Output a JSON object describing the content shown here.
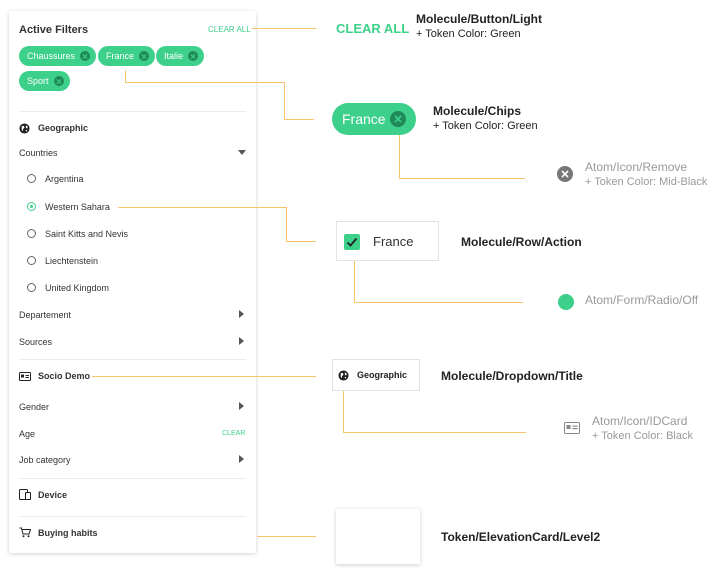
{
  "panel": {
    "title": "Active Filters",
    "clear_all": "CLEAR ALL",
    "chips": [
      "Chaussures",
      "France",
      "Italie",
      "Sport"
    ],
    "geographic": "Geographic",
    "countries": "Countries",
    "country_options": [
      {
        "label": "Argentina",
        "selected": false
      },
      {
        "label": "Western Sahara",
        "selected": true
      },
      {
        "label": "Saint Kitts and Nevis",
        "selected": false
      },
      {
        "label": "Liechtenstein",
        "selected": false
      },
      {
        "label": "United Kingdom",
        "selected": false
      }
    ],
    "departement": "Departement",
    "sources": "Sources",
    "socio_demo": "Socio Demo",
    "gender": "Gender",
    "age": "Age",
    "age_clear": "CLEAR",
    "job_category": "Job category",
    "device": "Device",
    "buying_habits": "Buying habits"
  },
  "annotations": {
    "button_preview": "CLEAR ALL",
    "button_title": "Molecule/Button/Light",
    "button_sub": "+ Token Color: Green",
    "chip_preview": "France",
    "chip_title": "Molecule/Chips",
    "chip_sub": "+ Token Color: Green",
    "remove_title": "Atom/Icon/Remove",
    "remove_sub": "+ Token Color: Mid-Black",
    "row_preview": "France",
    "row_title": "Molecule/Row/Action",
    "radio_title": "Atom/Form/Radio/Off",
    "dropdown_preview": "Geographic",
    "dropdown_title": "Molecule/Dropdown/Title",
    "idcard_title": "Atom/Icon/IDCard",
    "idcard_sub": "+ Token Color: Black",
    "elevation_title": "Token/ElevationCard/Level2"
  },
  "colors": {
    "green": "#3dd08a",
    "connector": "#f7c36b"
  }
}
